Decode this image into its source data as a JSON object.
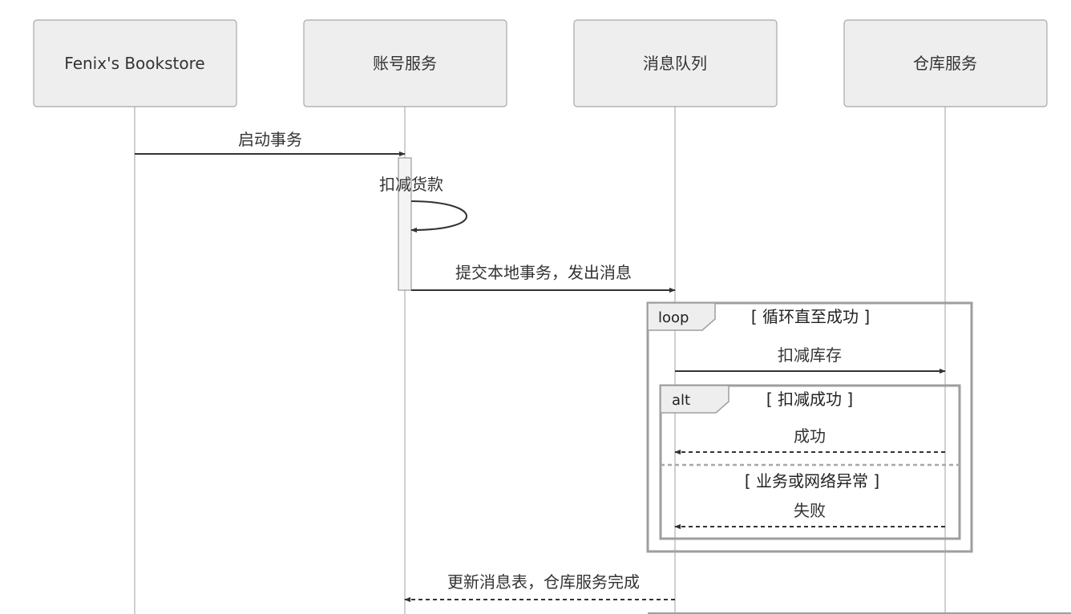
{
  "participants": [
    {
      "id": "bookstore",
      "label": "Fenix's Bookstore"
    },
    {
      "id": "account",
      "label": "账号服务"
    },
    {
      "id": "mq",
      "label": "消息队列"
    },
    {
      "id": "warehouse",
      "label": "仓库服务"
    }
  ],
  "messages": {
    "start_tx": "启动事务",
    "deduct_payment": "扣减货款",
    "commit_send": "提交本地事务，发出消息",
    "deduct_stock": "扣减库存",
    "success": "成功",
    "failure": "失败",
    "update_done": "更新消息表，仓库服务完成"
  },
  "frames": {
    "loop": {
      "keyword": "loop",
      "condition": "[ 循环直至成功 ]"
    },
    "alt": {
      "keyword": "alt",
      "condition": "[ 扣减成功 ]",
      "else_condition": "[ 业务或网络异常 ]"
    }
  }
}
